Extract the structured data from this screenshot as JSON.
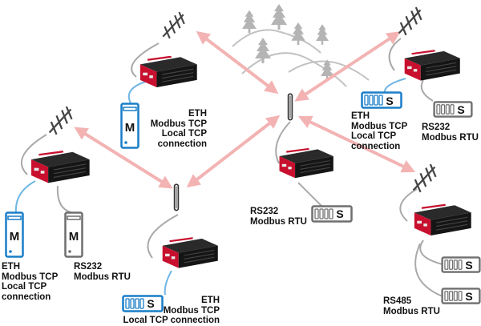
{
  "labels": {
    "top_left": [
      "ETH",
      "Modbus TCP",
      "Local TCP",
      "connection"
    ],
    "left_blue": [
      "ETH",
      "Modbus TCP",
      "Local TCP",
      "connection"
    ],
    "left_gray": [
      "RS232",
      "Modbus RTU"
    ],
    "bottom_center": [
      "ETH",
      "Modbus TCP",
      "Local TCP connection"
    ],
    "center": [
      "RS232",
      "Modbus RTU"
    ],
    "top_right_blue": [
      "ETH",
      "Modbus TCP",
      "Local TCP",
      "connection"
    ],
    "top_right_gray": [
      "RS232",
      "Modbus RTU"
    ],
    "bottom_right": [
      "RS485",
      "Modbus RTU"
    ]
  },
  "device_letters": {
    "master": "M",
    "slave": "S"
  },
  "colors": {
    "router_red": "#c8102e",
    "router_dark": "#1e1e1e",
    "eth_blue": "#1a7ec8",
    "serial_gray": "#6f6f6f",
    "link_pink": "#f3b3b3",
    "tree_gray": "#b4b4b4"
  }
}
